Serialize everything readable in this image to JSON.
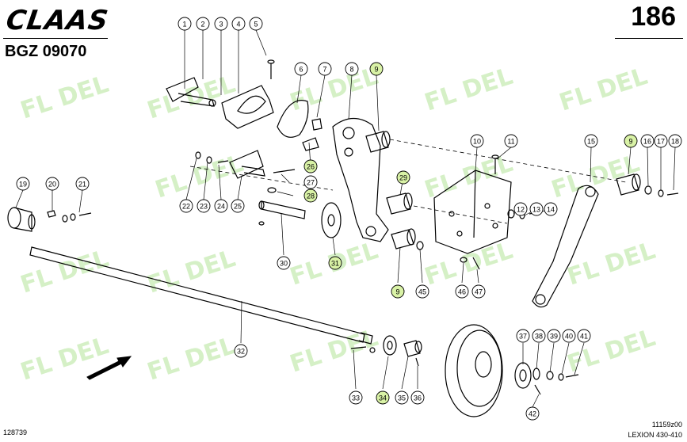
{
  "header": {
    "logo": "CLAAS",
    "drawing_code": "BGZ 09070",
    "page_number": "186"
  },
  "footer": {
    "left_code": "128739",
    "right_code_top": "11159z00",
    "right_code_bottom": "LEXION 430-410"
  },
  "watermark": {
    "text": "FL DEL"
  },
  "highlight_color": "#d9f2a6",
  "callouts": [
    "1",
    "2",
    "3",
    "4",
    "5",
    "6",
    "7",
    "8",
    "9",
    "9",
    "9",
    "10",
    "11",
    "12",
    "13",
    "14",
    "15",
    "16",
    "17",
    "18",
    "19",
    "20",
    "21",
    "22",
    "23",
    "24",
    "25",
    "26",
    "27",
    "28",
    "29",
    "30",
    "31",
    "32",
    "33",
    "34",
    "35",
    "36",
    "37",
    "38",
    "39",
    "40",
    "41",
    "42",
    "45",
    "46",
    "47"
  ],
  "highlighted_callouts": [
    "9",
    "9",
    "9",
    "26",
    "28",
    "29",
    "31",
    "34"
  ]
}
